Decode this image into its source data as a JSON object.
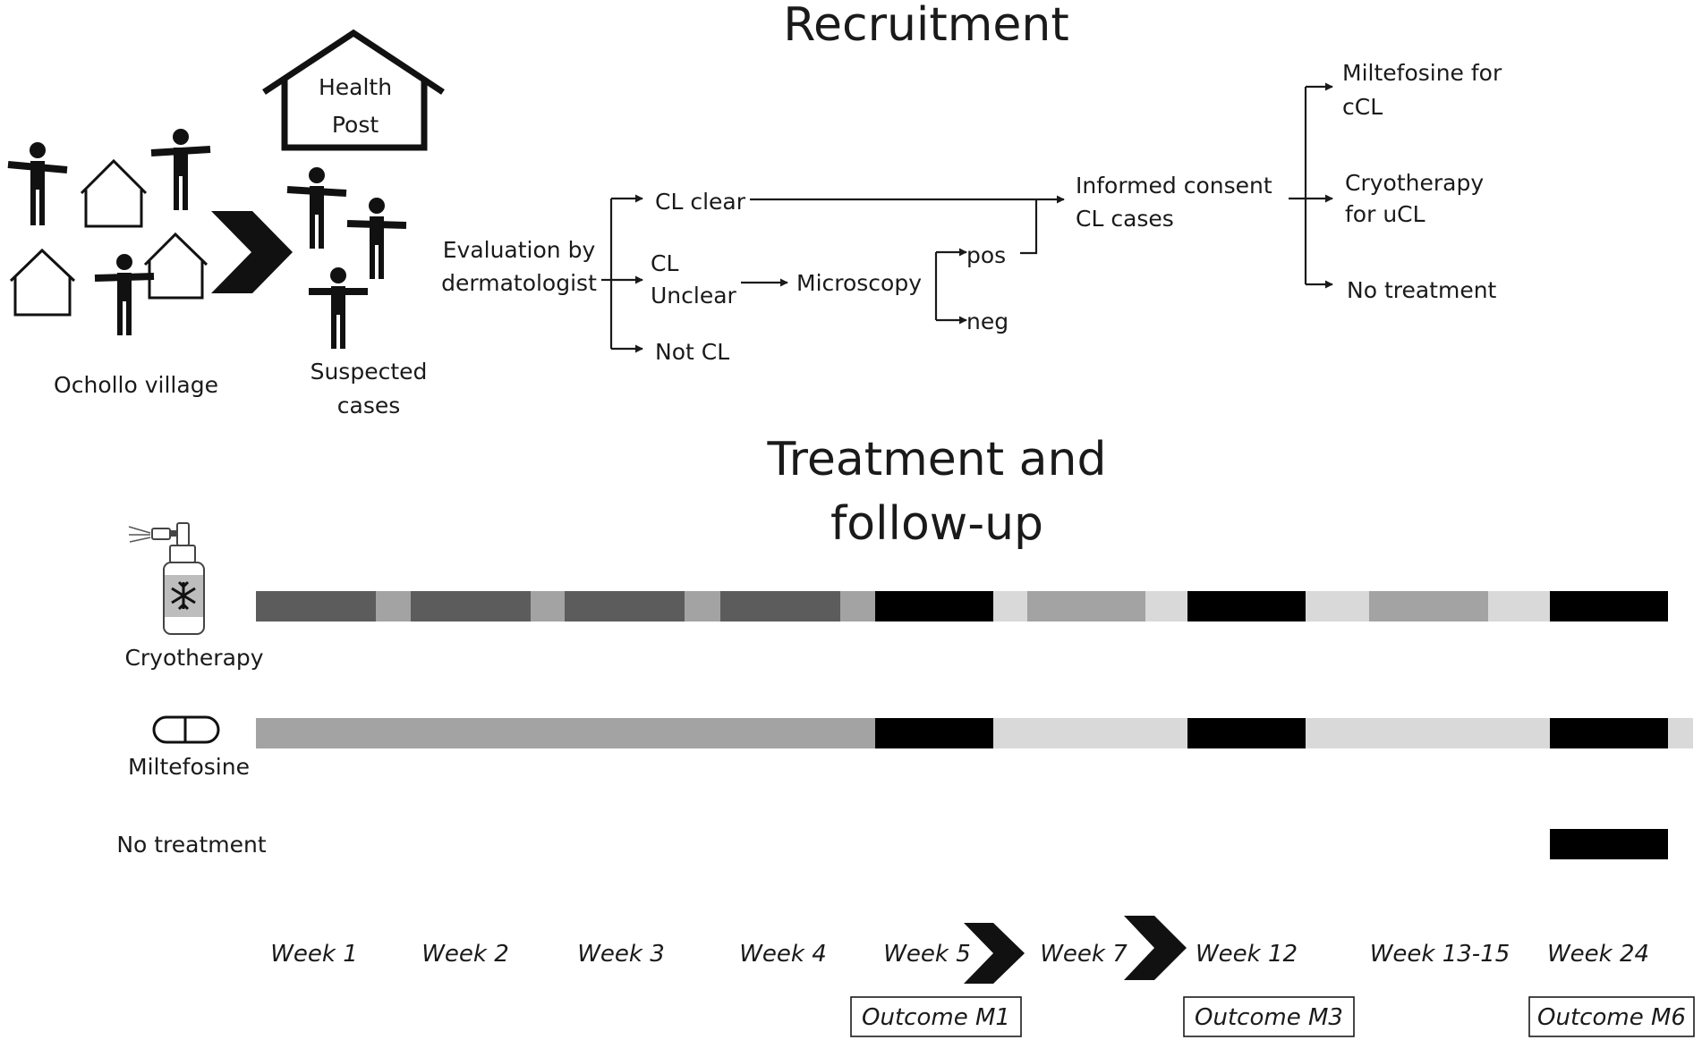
{
  "recruitment": {
    "title": "Recruitment",
    "village_label": "Ochollo village",
    "health_post": [
      "Health",
      "Post"
    ],
    "suspected": [
      "Suspected",
      "cases"
    ],
    "evaluation": [
      "Evaluation by",
      "dermatologist"
    ],
    "cl_clear": "CL clear",
    "cl_unclear": [
      "CL",
      "Unclear"
    ],
    "not_cl": "Not CL",
    "microscopy": "Microscopy",
    "pos": "pos",
    "neg": "neg",
    "consent": [
      "Informed consent",
      "CL cases"
    ],
    "miltefosine_ccl": [
      "Miltefosine for",
      "cCL"
    ],
    "cryo_ucl": [
      "Cryotherapy",
      "for uCL"
    ],
    "no_treatment": "No treatment"
  },
  "treatment": {
    "title": [
      "Treatment and",
      "follow-up"
    ],
    "rows": [
      {
        "label": "Cryotherapy",
        "icon": "spray-bottle-snowflake-icon"
      },
      {
        "label": "Miltefosine",
        "icon": "capsule-icon"
      },
      {
        "label": "No treatment",
        "icon": ""
      }
    ],
    "weeks": [
      "Week 1",
      "Week 2",
      "Week 3",
      "Week 4",
      "Week 5",
      "Week 7",
      "Week 12",
      "Week 13-15",
      "Week 24"
    ],
    "outcomes": [
      "Outcome M1",
      "Outcome M3",
      "Outcome M6"
    ]
  },
  "colors": {
    "treatment_dark": "#5c5c5c",
    "interval_mid": "#a3a3a3",
    "followup_light": "#d9d9d9",
    "outcome_black": "#000000"
  }
}
